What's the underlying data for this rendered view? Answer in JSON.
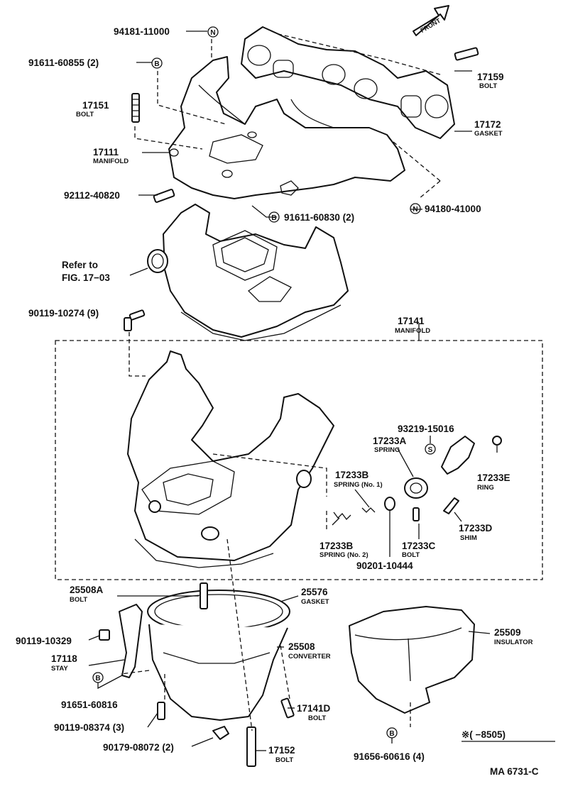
{
  "labels": {
    "p94181": "94181-11000",
    "p91611a": "91611-60855 (2)",
    "p17151": "17151",
    "bolt_17151": "BOLT",
    "p17111": "17111",
    "manifold_17111": "MANIFOLD",
    "p92112": "92112-40820",
    "p91611b": "91611-60830 (2)",
    "p94180": "94180-41000",
    "p17159": "17159",
    "bolt_17159": "BOLT",
    "p17172": "17172",
    "gasket_17172": "GASKET",
    "refer1": "Refer to",
    "refer2": "FIG. 17−03",
    "p90119a": "90119-10274 (9)",
    "p17141": "17141",
    "manifold_17141": "MANIFOLD",
    "p93219": "93219-15016",
    "p17233A": "17233A",
    "spring_a": "SPRING",
    "p17233E": "17233E",
    "ring_e": "RING",
    "p17233B1": "17233B",
    "spring_no1": "SPRING (No. 1)",
    "p17233B2": "17233B",
    "spring_no2": "SPRING (No. 2)",
    "p90201": "90201-10444",
    "p17233C": "17233C",
    "bolt_c": "BOLT",
    "p17233D": "17233D",
    "shim_d": "SHIM",
    "p25508A": "25508A",
    "bolt_25508A": "BOLT",
    "p25576": "25576",
    "gasket_25576": "GASKET",
    "p90119b": "90119-10329",
    "p17118": "17118",
    "stay_17118": "STAY",
    "p25508": "25508",
    "converter_25508": "CONVERTER",
    "p25509": "25509",
    "insulator_25509": "INSULATOR",
    "p91651": "91651-60816",
    "p90119c": "90119-08374 (3)",
    "p17141D": "17141D",
    "bolt_17141D": "BOLT",
    "p90179": "90179-08072 (2)",
    "p17152": "17152",
    "bolt_17152": "BOLT",
    "p91656": "91656-60616 (4)",
    "note": "※(      −8505)",
    "note_star": "※",
    "front": "FRONT",
    "figcode": "MA 6731-C"
  },
  "markers": {
    "n": "N",
    "b": "B",
    "s": "S"
  }
}
